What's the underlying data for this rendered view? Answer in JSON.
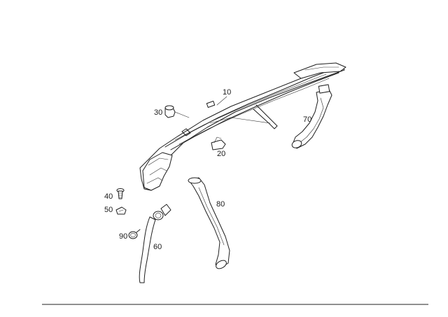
{
  "parts": [
    {
      "id": "p10",
      "number": "10",
      "icon": "windshield-cowl-panel"
    },
    {
      "id": "p20",
      "number": "20",
      "icon": "mounting-clip"
    },
    {
      "id": "p30",
      "number": "30",
      "icon": "rubber-bumper"
    },
    {
      "id": "p40",
      "number": "40",
      "icon": "screw"
    },
    {
      "id": "p50",
      "number": "50",
      "icon": "clip-nut"
    },
    {
      "id": "p60",
      "number": "60",
      "icon": "drain-hose"
    },
    {
      "id": "p70",
      "number": "70",
      "icon": "air-duct"
    },
    {
      "id": "p80",
      "number": "80",
      "icon": "water-drain-hose"
    },
    {
      "id": "p90",
      "number": "90",
      "icon": "hose-clamp"
    }
  ]
}
